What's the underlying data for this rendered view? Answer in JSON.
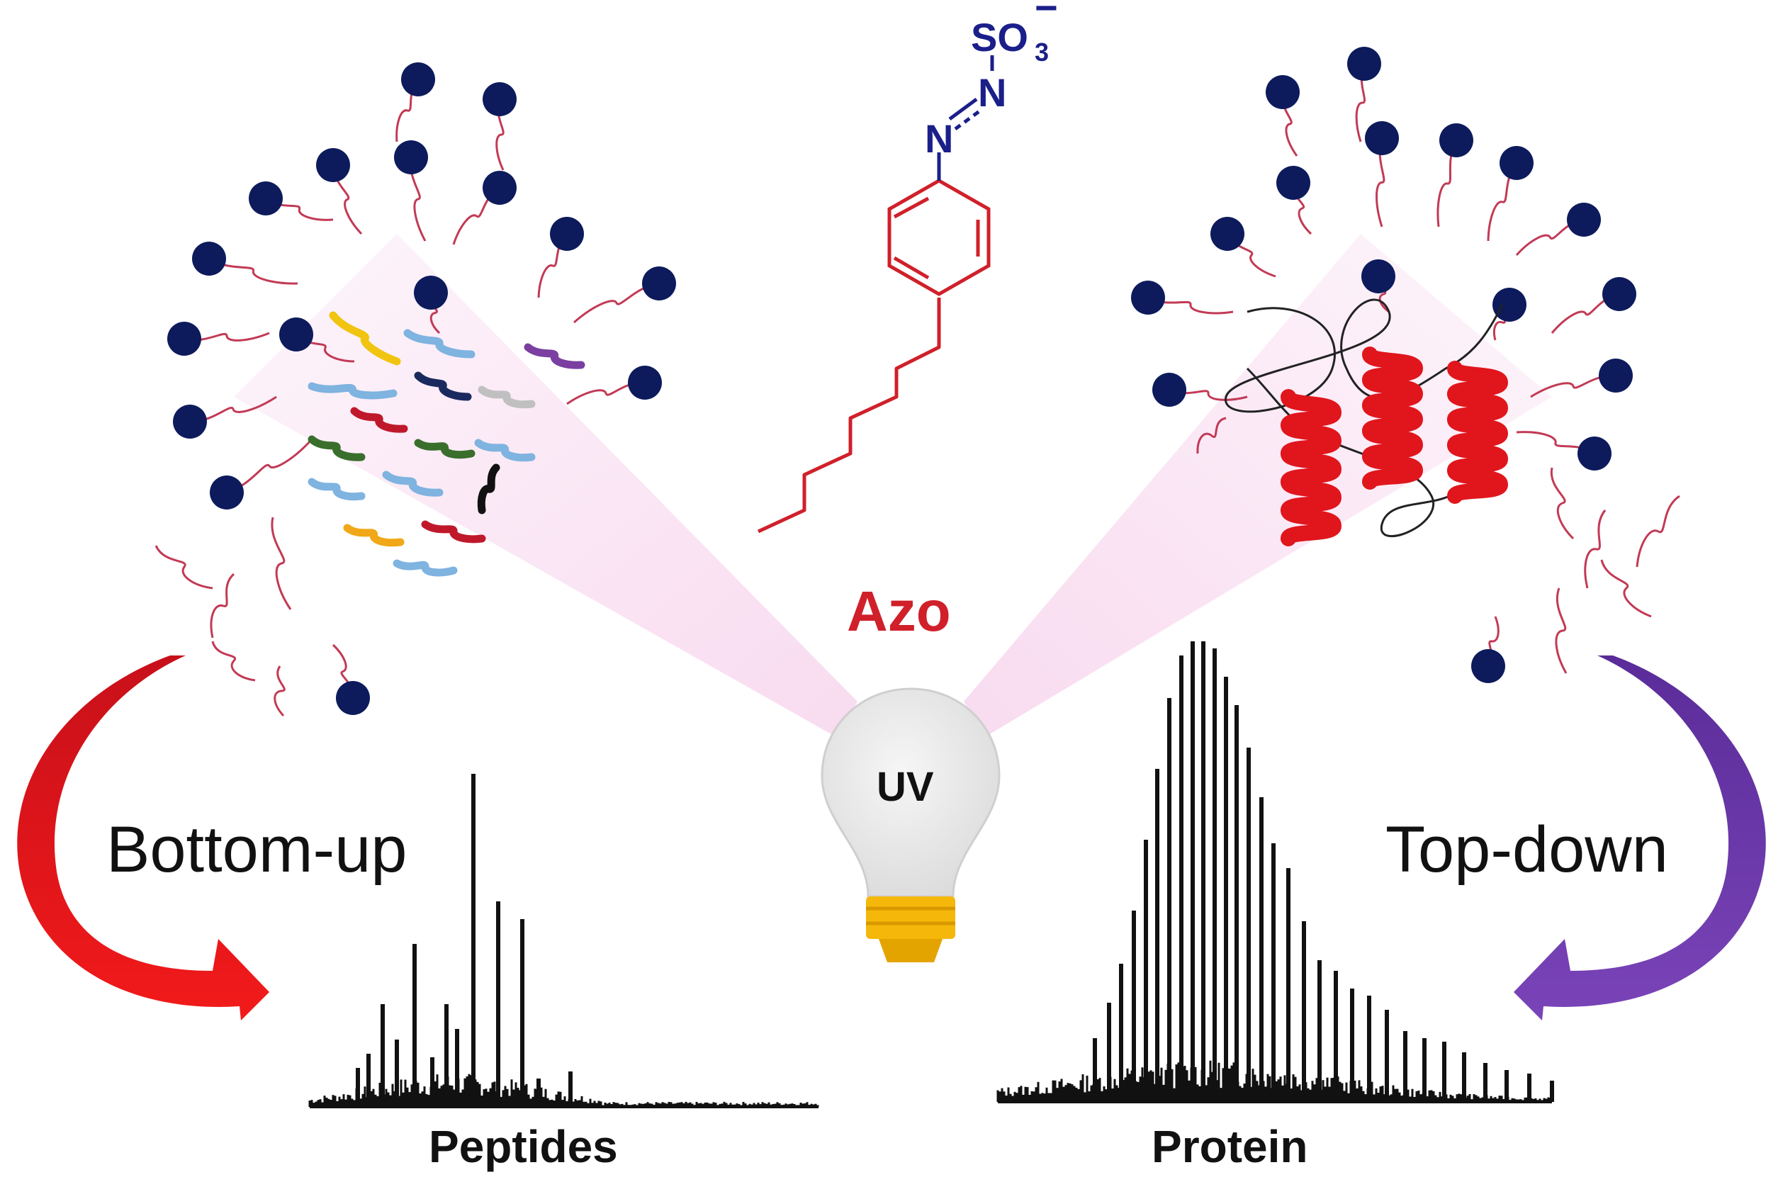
{
  "labels": {
    "bottom_up": "Bottom-up",
    "top_down": "Top-down",
    "peptides": "Peptides",
    "protein": "Protein",
    "azo": "Azo",
    "uv": "UV"
  },
  "molecule": {
    "sulfonate": "SO",
    "sulfonate_sub": "3",
    "sulfonate_charge": "−",
    "nitrogen_upper": "N",
    "nitrogen_lower": "N"
  },
  "colors": {
    "micelle_head": "#0d1b5c",
    "surfactant_tail": "#c23a55",
    "molecule_ring": "#d0202a",
    "molecule_azo": "#1b1f8a",
    "arrow_left": "#e0141a",
    "arrow_right": "#6a3aa6",
    "helix": "#e0161c",
    "bulb_glass": "#ececec",
    "bulb_base": "#f5b70a",
    "light_beam": "#f6d3ec",
    "spectrum": "#111111",
    "peptide_colors": [
      "#f1c40f",
      "#7fb3e0",
      "#1b2a5e",
      "#c0c0c0",
      "#7a3fa0",
      "#c0182b",
      "#3a6e2c",
      "#111111",
      "#f0a818"
    ]
  },
  "icons": {
    "bulb": "light-bulb-icon",
    "arrow_left": "curved-arrow-icon",
    "arrow_right": "curved-arrow-icon"
  }
}
